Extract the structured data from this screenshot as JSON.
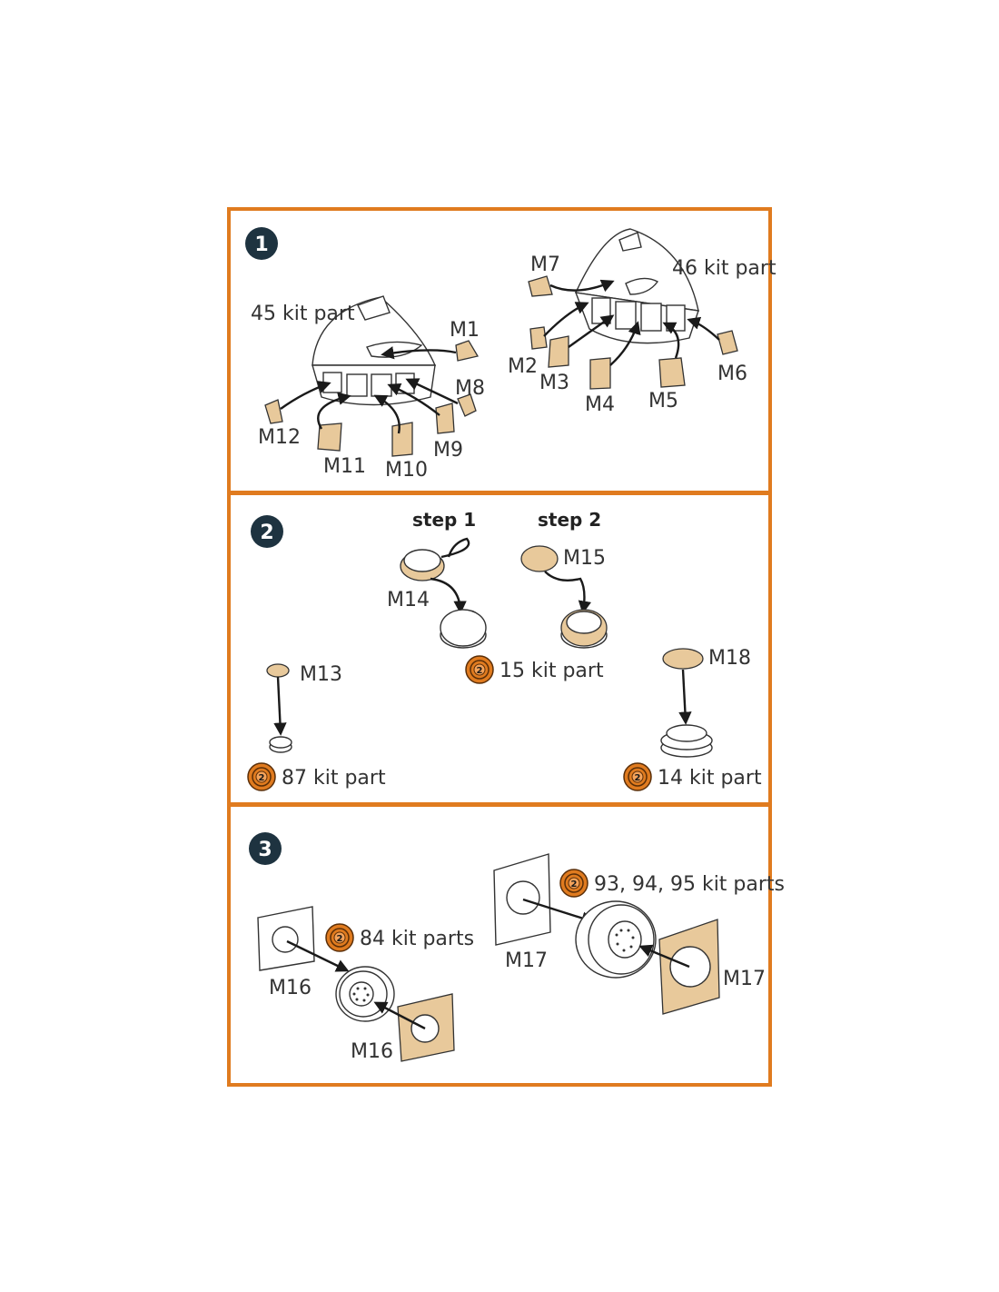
{
  "colors": {
    "frame": "#e07b1f",
    "step_circle": "#1e3340",
    "part_fill": "#e8c99b",
    "badge": "#e07b1f"
  },
  "panels": [
    {
      "number": "1",
      "labels": {
        "kit45": "45 kit part",
        "kit46": "46 kit part",
        "m1": "M1",
        "m2": "M2",
        "m3": "M3",
        "m4": "M4",
        "m5": "M5",
        "m6": "M6",
        "m7": "M7",
        "m8": "M8",
        "m9": "M9",
        "m10": "M10",
        "m11": "M11",
        "m12": "M12"
      }
    },
    {
      "number": "2",
      "labels": {
        "step1": "step 1",
        "step2": "step 2",
        "m13": "M13",
        "m14": "M14",
        "m15": "M15",
        "m18": "M18",
        "kit15": "15 kit part",
        "kit87": "87 kit part",
        "kit14": "14 kit part"
      }
    },
    {
      "number": "3",
      "labels": {
        "m16a": "M16",
        "m16b": "M16",
        "m17a": "M17",
        "m17b": "M17",
        "kit84": "84 kit parts",
        "kit93": "93, 94, 95 kit parts"
      }
    }
  ],
  "badge_glyph": "2",
  "icons": {
    "badge": "glue-badge-icon",
    "arrow": "placement-arrow-icon"
  }
}
